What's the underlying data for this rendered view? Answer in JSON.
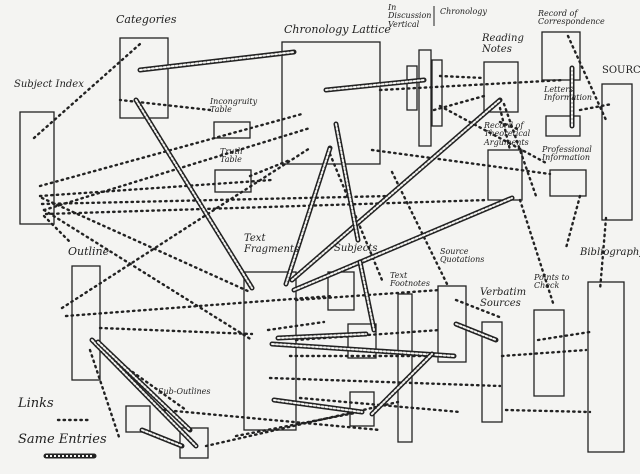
{
  "labels": {
    "subject_index": "Subject Index",
    "categories": "Categories",
    "chronology_lattice": "Chronology Lattice",
    "in_discussion_vertical": "In Discussion Vertical",
    "chronology": "Chronology",
    "reading_notes": "Reading Notes",
    "record_of_correspondence": "Record of Correspondence",
    "sources": "SOURCES",
    "incongruity_table": "Incongruity Table",
    "truth_table": "Truth Table",
    "letters_information": "Letters Information",
    "record_of_theoretical_arguments": "Record of Theoretical Arguments",
    "professional_information": "Professional Information",
    "outline": "Outline",
    "text_fragments": "Text Fragments",
    "subjects": "Subjects",
    "text_footnotes": "Text Footnotes",
    "source_quotations": "Source Quotations",
    "verbatim_sources": "Verbatim Sources",
    "points_to_check": "Points to Check",
    "bibliography": "Bibliography",
    "sub_outlines": "Sub-Outlines"
  },
  "legend": {
    "links": "Links",
    "same_entries": "Same Entries"
  },
  "colors": {
    "ink": "#222222",
    "paper": "#f4f4f2"
  }
}
